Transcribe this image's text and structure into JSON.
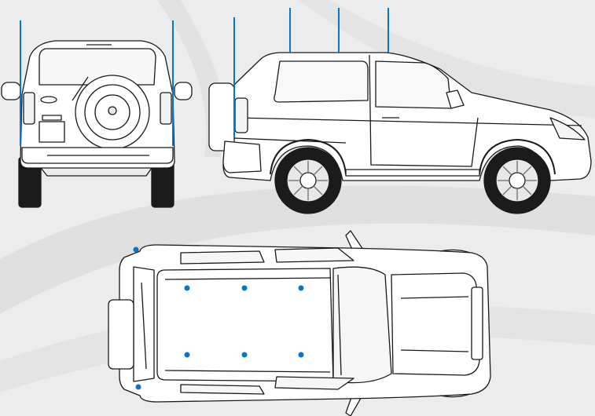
{
  "diagram": {
    "views": [
      {
        "id": "rear",
        "label": ""
      },
      {
        "id": "side",
        "label": ""
      },
      {
        "id": "top",
        "label": ""
      }
    ],
    "colors": {
      "background": "#ececec",
      "swoosh": "#dcdcdc",
      "body_fill": "#ffffff",
      "outline": "#1a1a1a",
      "tire": "#1b1b1b",
      "accent_blue": "#0a74c8"
    },
    "markers": {
      "rear_view_lines": 2,
      "side_view_roof_lines": 3,
      "side_view_rear_lines": 1,
      "top_view_dots": 6,
      "top_view_corner_dots": 2
    }
  }
}
